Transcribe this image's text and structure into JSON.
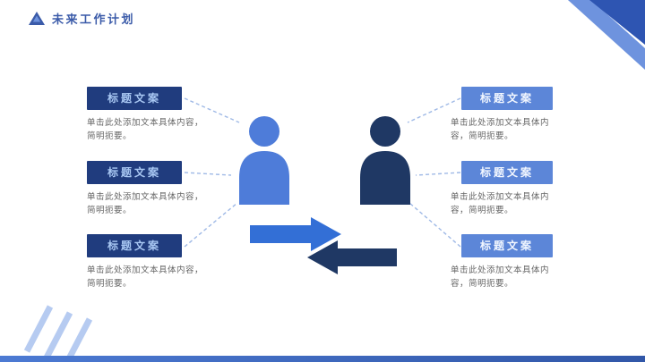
{
  "header": {
    "title": "未来工作计划"
  },
  "left_items": [
    {
      "title": "标题文案",
      "desc": "单击此处添加文本具体内容，简明扼要。"
    },
    {
      "title": "标题文案",
      "desc": "单击此处添加文本具体内容，简明扼要。"
    },
    {
      "title": "标题文案",
      "desc": "单击此处添加文本具体内容，简明扼要。"
    }
  ],
  "right_items": [
    {
      "title": "标题文案",
      "desc": "单击此处添加文本具体内容，简明扼要。"
    },
    {
      "title": "标题文案",
      "desc": "单击此处添加文本具体内容，简明扼要。"
    },
    {
      "title": "标题文案",
      "desc": "单击此处添加文本具体内容，简明扼要。"
    }
  ],
  "colors": {
    "title_blue": "#3B5BA9",
    "box_dark_bg": "#203C7E",
    "box_light_bg": "#5C86D8",
    "person_left": "#4E7CD9",
    "person_right": "#1F3864",
    "arrow_right": "#336FD6",
    "arrow_left": "#1F3864"
  }
}
